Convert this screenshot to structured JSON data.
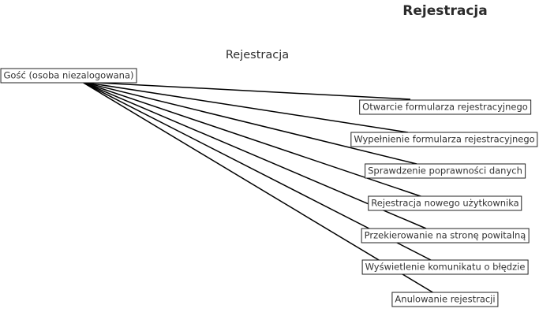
{
  "title": "Rejestracja",
  "subtitle": "Rejestracja",
  "actor": {
    "label": "Gość (osoba niezalogowana)"
  },
  "use_cases": [
    {
      "label": "Otwarcie formularza rejestracyjnego"
    },
    {
      "label": "Wypełnienie formularza rejestracyjnego"
    },
    {
      "label": "Sprawdzenie poprawności danych"
    },
    {
      "label": "Rejestracja nowego użytkownika"
    },
    {
      "label": "Przekierowanie na stronę powitalną"
    },
    {
      "label": "Wyświetlenie komunikatu o błędzie"
    },
    {
      "label": "Anulowanie rejestracji"
    }
  ],
  "colors": {
    "line": "#000000",
    "box_border": "#222222",
    "text": "#333333"
  }
}
